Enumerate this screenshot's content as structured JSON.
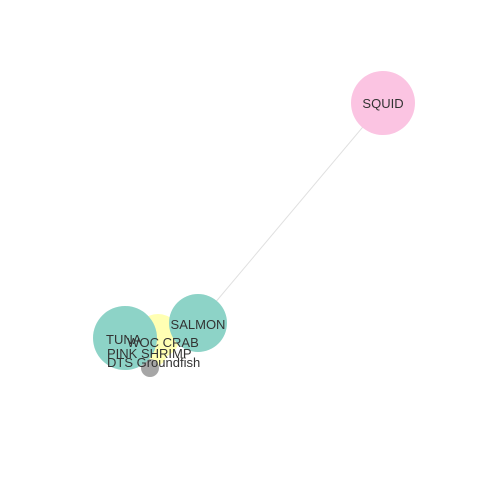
{
  "chart_data": {
    "type": "network",
    "nodes": [
      {
        "id": "squid",
        "label": "SQUID",
        "color": "#fbc4e2"
      },
      {
        "id": "salmon",
        "label": "SALMON",
        "color": "#8dd3c7"
      },
      {
        "id": "tuna",
        "label": "TUNA",
        "color": "#8dd3c7"
      },
      {
        "id": "woc_crab",
        "label": "WOC CRAB",
        "color": "#ffffb3"
      },
      {
        "id": "pink_shrimp",
        "label": "PINK SHRIMP",
        "color": "#ffffb3"
      },
      {
        "id": "dts_groundfish",
        "label": "DTS Groundfish",
        "color": "#a6a6a6"
      }
    ],
    "edges": [
      {
        "source": "squid",
        "target": "salmon"
      }
    ]
  }
}
